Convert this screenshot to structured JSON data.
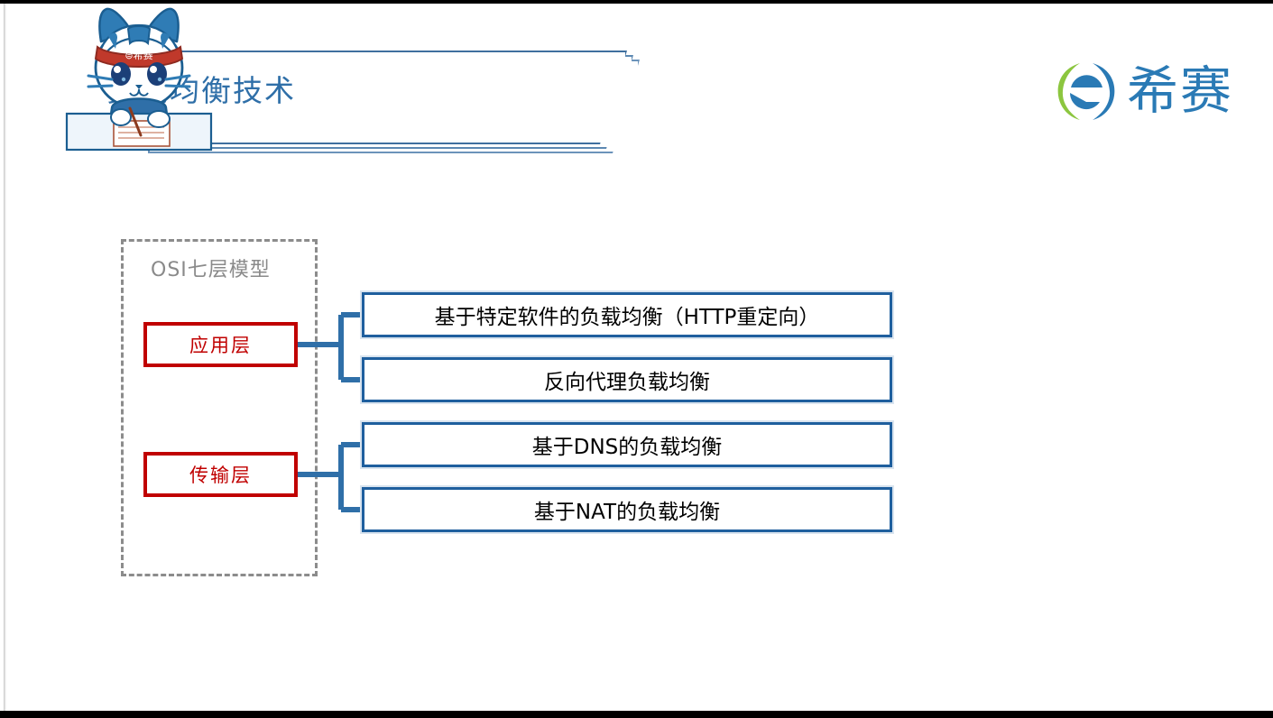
{
  "slide": {
    "title": "负载均衡技术",
    "brand_name": "希赛",
    "mascot_band_text": "希赛"
  },
  "colors": {
    "title_blue": "#2f6fa8",
    "banner_border": "#3f6f9e",
    "brand_blue": "#2a7ab5",
    "brand_green": "#8cc63f",
    "group_dash_gray": "#8c8c8c",
    "layer_red": "#c00000",
    "item_border_blue": "#1f5f9e",
    "connector_blue": "#2f6fa8"
  },
  "diagram": {
    "group_label": "OSI七层模型",
    "layers": [
      {
        "id": "application",
        "label": "应用层"
      },
      {
        "id": "transport",
        "label": "传输层"
      }
    ],
    "items": [
      {
        "id": "http-redirect",
        "layer": "application",
        "label": "基于特定软件的负载均衡（HTTP重定向）"
      },
      {
        "id": "reverse-proxy",
        "layer": "application",
        "label": "反向代理负载均衡"
      },
      {
        "id": "dns-based",
        "layer": "transport",
        "label": "基于DNS的负载均衡"
      },
      {
        "id": "nat-based",
        "layer": "transport",
        "label": "基于NAT的负载均衡"
      }
    ]
  },
  "icons": {
    "mascot": "cat-mascot-icon",
    "brand_mark": "xisai-e-logo-icon"
  }
}
